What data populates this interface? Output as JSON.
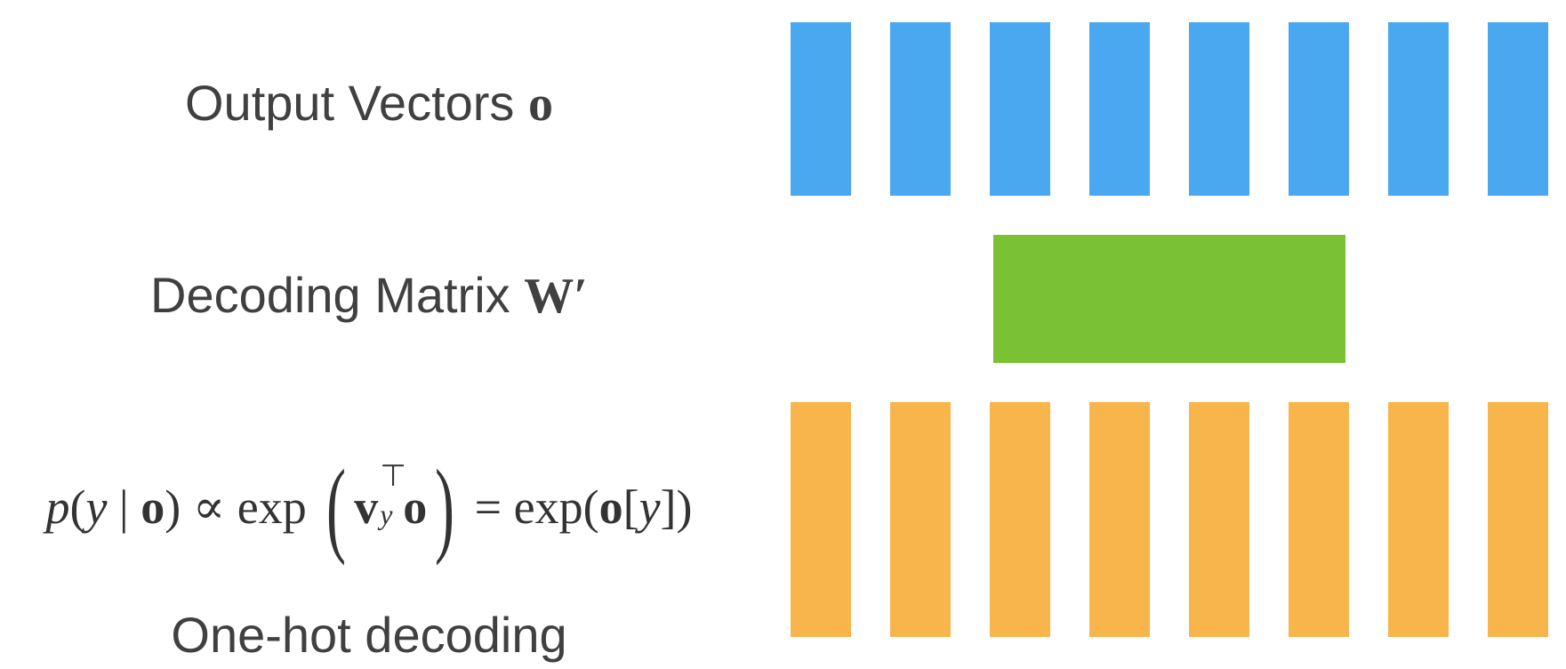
{
  "labels": {
    "output_vectors": "Output Vectors",
    "output_vectors_symbol": "o",
    "decoding_matrix": "Decoding Matrix",
    "decoding_matrix_symbol": "W′",
    "one_hot": "One-hot decoding"
  },
  "formula": {
    "p": "p",
    "lparen": "(",
    "y": "y",
    "bar": "|",
    "o": "o",
    "rparen": ")",
    "propto": "∝",
    "exp": "exp",
    "v": "v",
    "transpose": "⊤",
    "sub_y": "y",
    "o2": "o",
    "equals": "=",
    "rhs": "exp(",
    "o3": "o",
    "rhs_bracket": "[",
    "y2": "y",
    "rhs_end": "])"
  },
  "diagram": {
    "output_bar_count": 8,
    "decoded_bar_count": 8,
    "colors": {
      "output_vectors": "#4aa8f0",
      "decoding_matrix": "#7bc134",
      "decoded_vectors": "#f8b54c"
    }
  }
}
